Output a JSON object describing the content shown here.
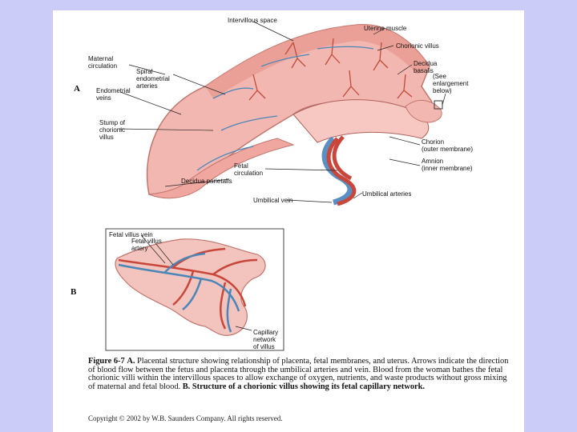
{
  "panels": {
    "a": "A",
    "b": "B"
  },
  "labels_a": {
    "intervillous_space": "Intervillous space",
    "uterine_muscle": "Uterine muscle",
    "chorionic_villus": "Chorionic villus",
    "maternal_circulation": "Maternal\ncirculation",
    "spiral_arteries": "Spiral\nendometrial\narteries",
    "decidua_basalis": "Decidua\nbasalis",
    "see_enlargement": "(See\nenlargement\nbelow)",
    "endometrial_veins": "Endometrial\nveins",
    "stump_villus": "Stump of\nchorionic\nvillus",
    "chorion": "Chorion\n(outer membrane)",
    "amnion": "Amnion\n(inner membrane)",
    "fetal_circulation": "Fetal\ncirculation",
    "decidua_parietalis": "Decidua parietalis",
    "umbilical_vein": "Umbilical vein",
    "umbilical_arteries": "Umbilical arteries"
  },
  "labels_b": {
    "fetal_villus_vein": "Fetal villus vein",
    "fetal_villus_artery": "Fetal villus\nartery",
    "capillary_network": "Capillary\nnetwork\nof villus"
  },
  "caption": {
    "figure_number": "Figure 6-7",
    "part_a_letter": "A.",
    "part_a_text": "Placental structure showing relationship of placenta, fetal membranes, and uterus. Arrows indicate the direction of blood flow between the fetus and placenta through the umbilical arteries and vein. Blood from the woman bathes the fetal chorionic villi within the intervillous spaces to allow exchange of oxygen, nutrients, and waste products without gross mixing of maternal and fetal blood.",
    "part_b_letter": "B.",
    "part_b_text": "Structure of a chorionic villus showing its fetal capillary network."
  },
  "copyright": "Copyright © 2002 by W.B. Saunders Company. All rights reserved."
}
